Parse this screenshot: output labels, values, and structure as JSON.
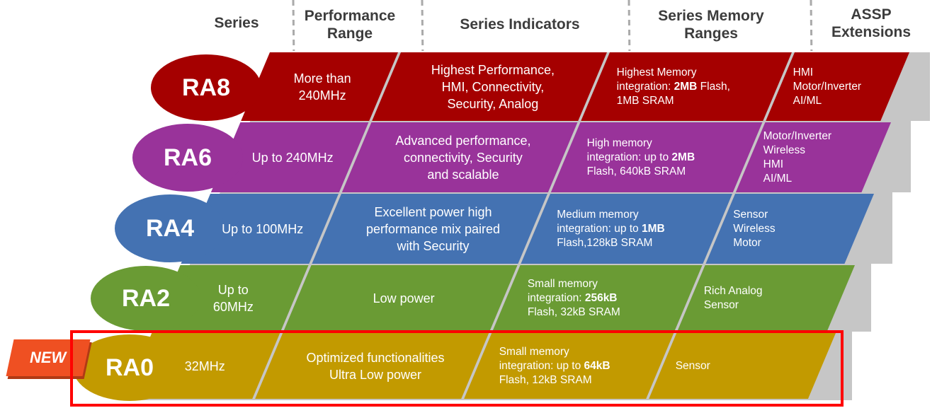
{
  "headers": {
    "series": "Series",
    "performance": "Performance\nRange",
    "indicators": "Series Indicators",
    "memory": "Series Memory\nRanges",
    "assp": "ASSP\nExtensions"
  },
  "colors": {
    "RA8": "#a50000",
    "RA6": "#99339a",
    "RA4": "#4472b2",
    "RA2": "#6a9b34",
    "RA0": "#c29a00",
    "shadow": "#c6c6c6",
    "divider": "#aaaaaa",
    "new_badge": "#ef5022",
    "highlight": "#ff0000"
  },
  "rows": [
    {
      "series": "RA8",
      "performance": "More than\n240MHz",
      "indicators": "Highest Performance,\nHMI, Connectivity,\nSecurity, Analog",
      "memory": {
        "pre": "Highest Memory\nintegration: ",
        "bold": "2MB",
        "post": " Flash,\n1MB SRAM"
      },
      "assp": "HMI\nMotor/Inverter\nAI/ML"
    },
    {
      "series": "RA6",
      "performance": "Up to 240MHz",
      "indicators": "Advanced performance,\nconnectivity, Security\nand scalable",
      "memory": {
        "pre": "High memory\nintegration: up to ",
        "bold": "2MB",
        "post": "\nFlash, 640kB SRAM"
      },
      "assp": "Motor/Inverter\nWireless\nHMI\nAI/ML"
    },
    {
      "series": "RA4",
      "performance": "Up to 100MHz",
      "indicators": "Excellent power high\nperformance mix paired\nwith Security",
      "memory": {
        "pre": "Medium memory\nintegration: up to ",
        "bold": "1MB",
        "post": "\nFlash,128kB SRAM"
      },
      "assp": "Sensor\nWireless\nMotor"
    },
    {
      "series": "RA2",
      "performance": "Up to\n60MHz",
      "indicators": "Low power",
      "memory": {
        "pre": "Small memory\nintegration: ",
        "bold": "256kB",
        "post": "\nFlash, 32kB SRAM"
      },
      "assp": "Rich Analog\nSensor"
    },
    {
      "series": "RA0",
      "performance": "32MHz",
      "indicators": "Optimized functionalities\nUltra Low power",
      "memory": {
        "pre": "Small memory\nintegration: up to ",
        "bold": "64kB",
        "post": "\nFlash, 12kB SRAM"
      },
      "assp": "Sensor"
    }
  ],
  "badge": {
    "new": "NEW"
  }
}
